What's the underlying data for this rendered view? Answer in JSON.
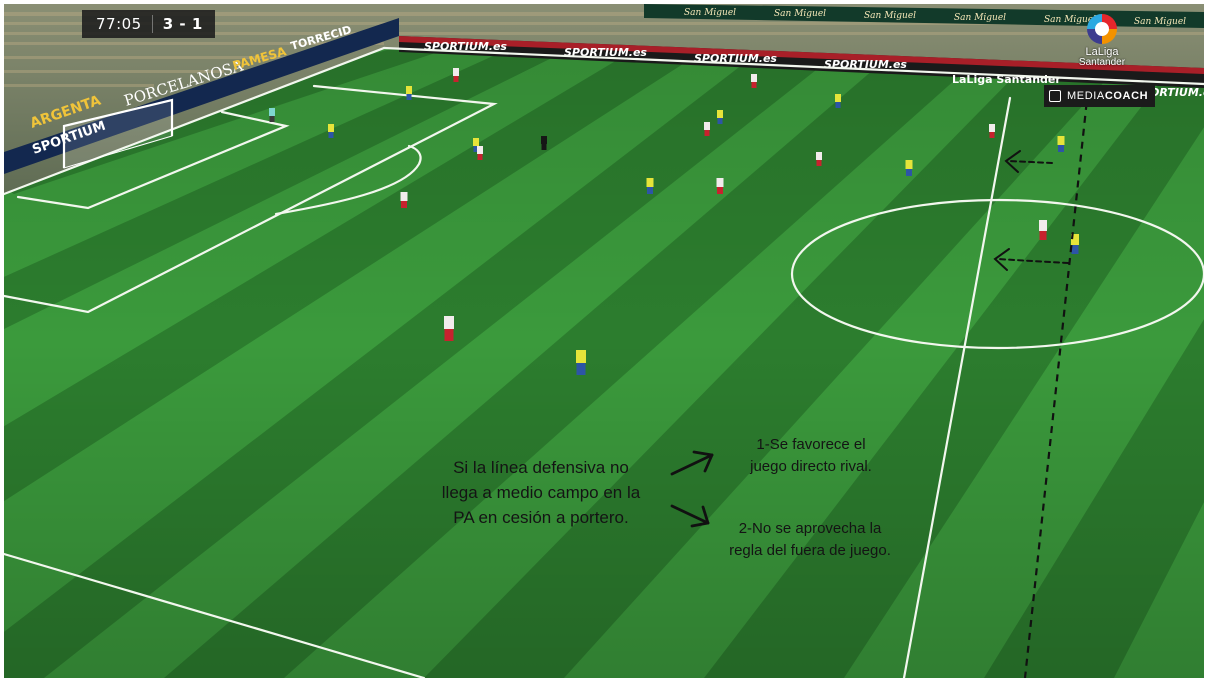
{
  "scoreboard": {
    "clock": "77:05",
    "score": "3 - 1"
  },
  "league": {
    "name": "LaLiga",
    "sponsor": "Santander"
  },
  "mediacoach": {
    "prefix": "MEDIA",
    "suffix": "COACH"
  },
  "annotation": {
    "main_lines": [
      "Si la línea defensiva no",
      "llega a medio campo en la",
      "PA en cesión a portero."
    ],
    "point1_lines": [
      "1-Se favorece el",
      "juego directo rival."
    ],
    "point2_lines": [
      "2-No se aprovecha la",
      "regla del fuera de juego."
    ]
  },
  "ad_boards": {
    "lower": [
      "SPORTIUM",
      "ARGENTA",
      "PORCELANOSA",
      "PAMESA",
      "TORRECID",
      "SPORTIUM.es",
      "SPORTIUM.es",
      "SPORTIUM.es",
      "SPORTIUM.es",
      "SPORTIUM.es",
      "LaLiga Santander"
    ],
    "upper": [
      "San Miguel",
      "San Miguel",
      "San Miguel",
      "San Miguel",
      "San Miguel",
      "San Miguel"
    ]
  },
  "colors": {
    "pitch_light": "#3b9a3c",
    "pitch_dark": "#2c7d2e",
    "home_kit": "#e6e43a",
    "away_kit": "#f2ecec",
    "arrow": "#111111"
  }
}
